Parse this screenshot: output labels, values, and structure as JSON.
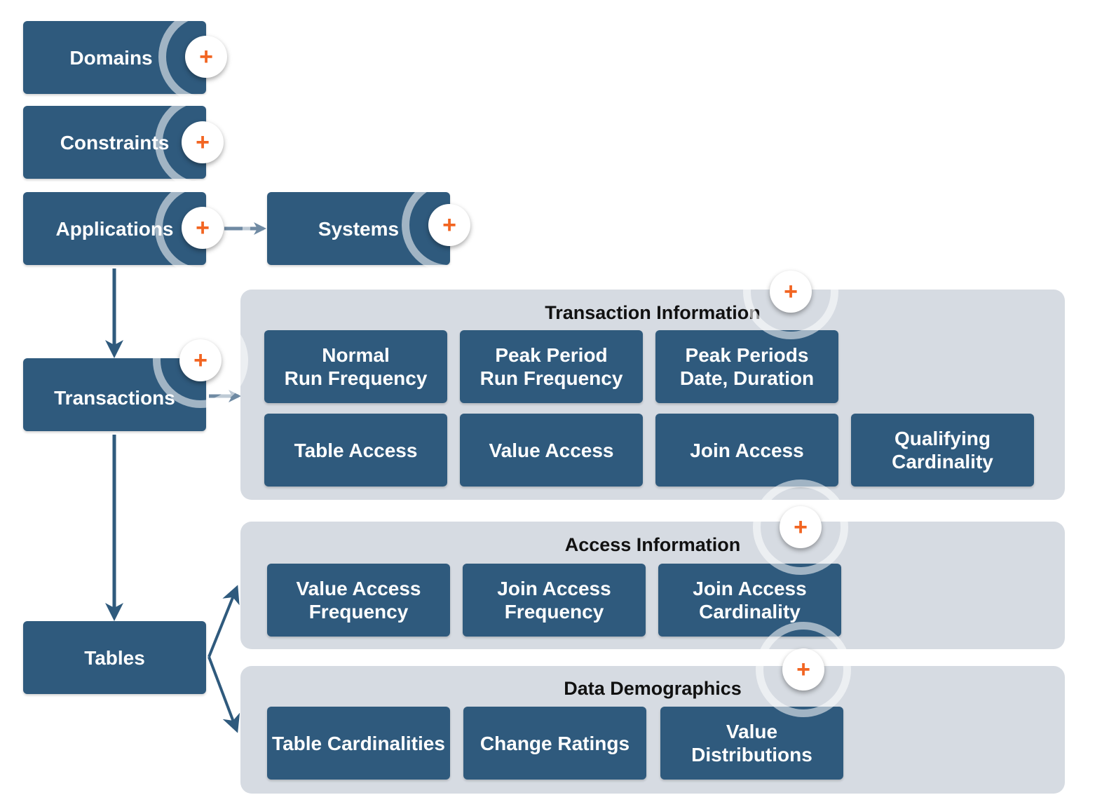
{
  "colors": {
    "box_fill": "#2f5a7d",
    "panel_fill": "#d6dbe2",
    "plus_accent": "#f26522"
  },
  "nodes": {
    "domains": "Domains",
    "constraints": "Constraints",
    "applications": "Applications",
    "systems": "Systems",
    "transactions": "Transactions",
    "tables": "Tables"
  },
  "transaction_information": {
    "title": "Transaction Information",
    "items": [
      "Normal\nRun Frequency",
      "Peak Period\nRun Frequency",
      "Peak Periods\nDate, Duration",
      "Table Access",
      "Value Access",
      "Join Access",
      "Qualifying\nCardinality"
    ]
  },
  "access_information": {
    "title": "Access Information",
    "items": [
      "Value Access\nFrequency",
      "Join Access\nFrequency",
      "Join Access\nCardinality"
    ]
  },
  "data_demographics": {
    "title": "Data Demographics",
    "items": [
      "Table Cardinalities",
      "Change Ratings",
      "Value\nDistributions"
    ]
  },
  "expand_button_symbol": "+",
  "icons": {
    "expand": "plus-icon",
    "arrow": "arrow-icon"
  }
}
